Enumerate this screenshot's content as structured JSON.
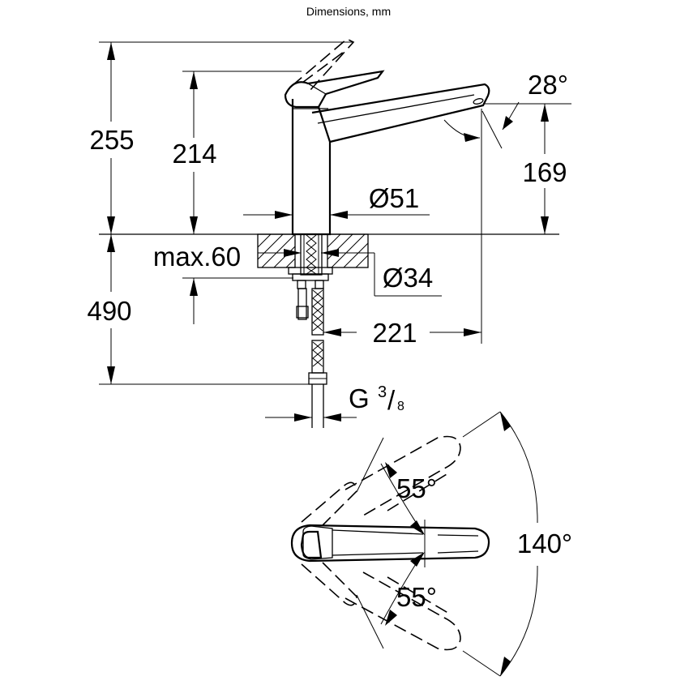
{
  "title": "Dimensions, mm",
  "dimensions": {
    "total_height": "255",
    "spout_height_lever": "214",
    "spout_outlet_height": "169",
    "spout_angle": "28°",
    "body_diameter": "Ø51",
    "max_counter_thickness": "max.60",
    "hole_diameter": "Ø34",
    "hose_length": "490",
    "spout_reach": "221",
    "thread_prefix": "G",
    "thread_numerator": "3",
    "thread_slash": "/",
    "thread_denominator": "8"
  },
  "lever": {
    "angle_left": "55°",
    "angle_right": "55°",
    "angle_total": "140°"
  }
}
